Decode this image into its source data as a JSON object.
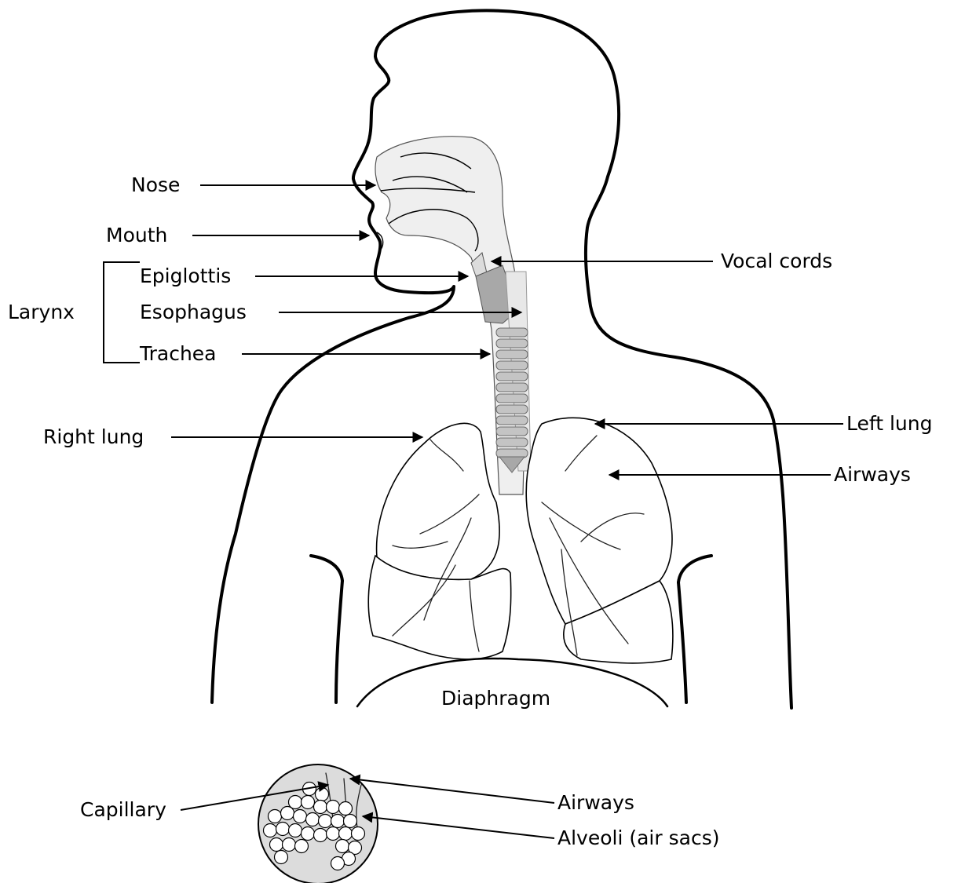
{
  "labels": {
    "nose": "Nose",
    "mouth": "Mouth",
    "epiglottis": "Epiglottis",
    "esophagus": "Esophagus",
    "trachea": "Trachea",
    "larynx": "Larynx",
    "vocal_cords": "Vocal cords",
    "right_lung": "Right lung",
    "left_lung": "Left lung",
    "airways": "Airways",
    "diaphragm": "Diaphragm",
    "capillary": "Capillary",
    "airways_inset": "Airways",
    "alveoli": "Alveoli (air sacs)"
  }
}
